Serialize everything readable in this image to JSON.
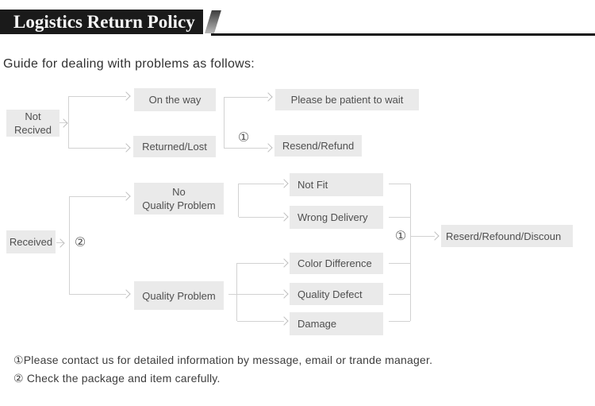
{
  "header": {
    "title": "Logistics Return Policy"
  },
  "intro": {
    "text": "Guide for dealing with problems as follows:"
  },
  "flow": {
    "not_received": "Not\nRecived",
    "on_the_way": "On the way",
    "returned_lost": "Returned/Lost",
    "be_patient": "Please be patient to wait",
    "resend_refund": "Resend/Refund",
    "received": "Received",
    "no_quality_problem": "No\nQuality Problem",
    "quality_problem": "Quality Problem",
    "not_fit": "Not Fit",
    "wrong_delivery": "Wrong Delivery",
    "color_difference": "Color Difference",
    "quality_defect": "Quality Defect",
    "damage": "Damage",
    "result": "Reserd/Refound/Discoun",
    "marker1": "①",
    "marker2": "②"
  },
  "notes": {
    "note1": "①Please contact us for detailed information by message, email or trande manager.",
    "note2": "② Check the package and item carefully."
  }
}
